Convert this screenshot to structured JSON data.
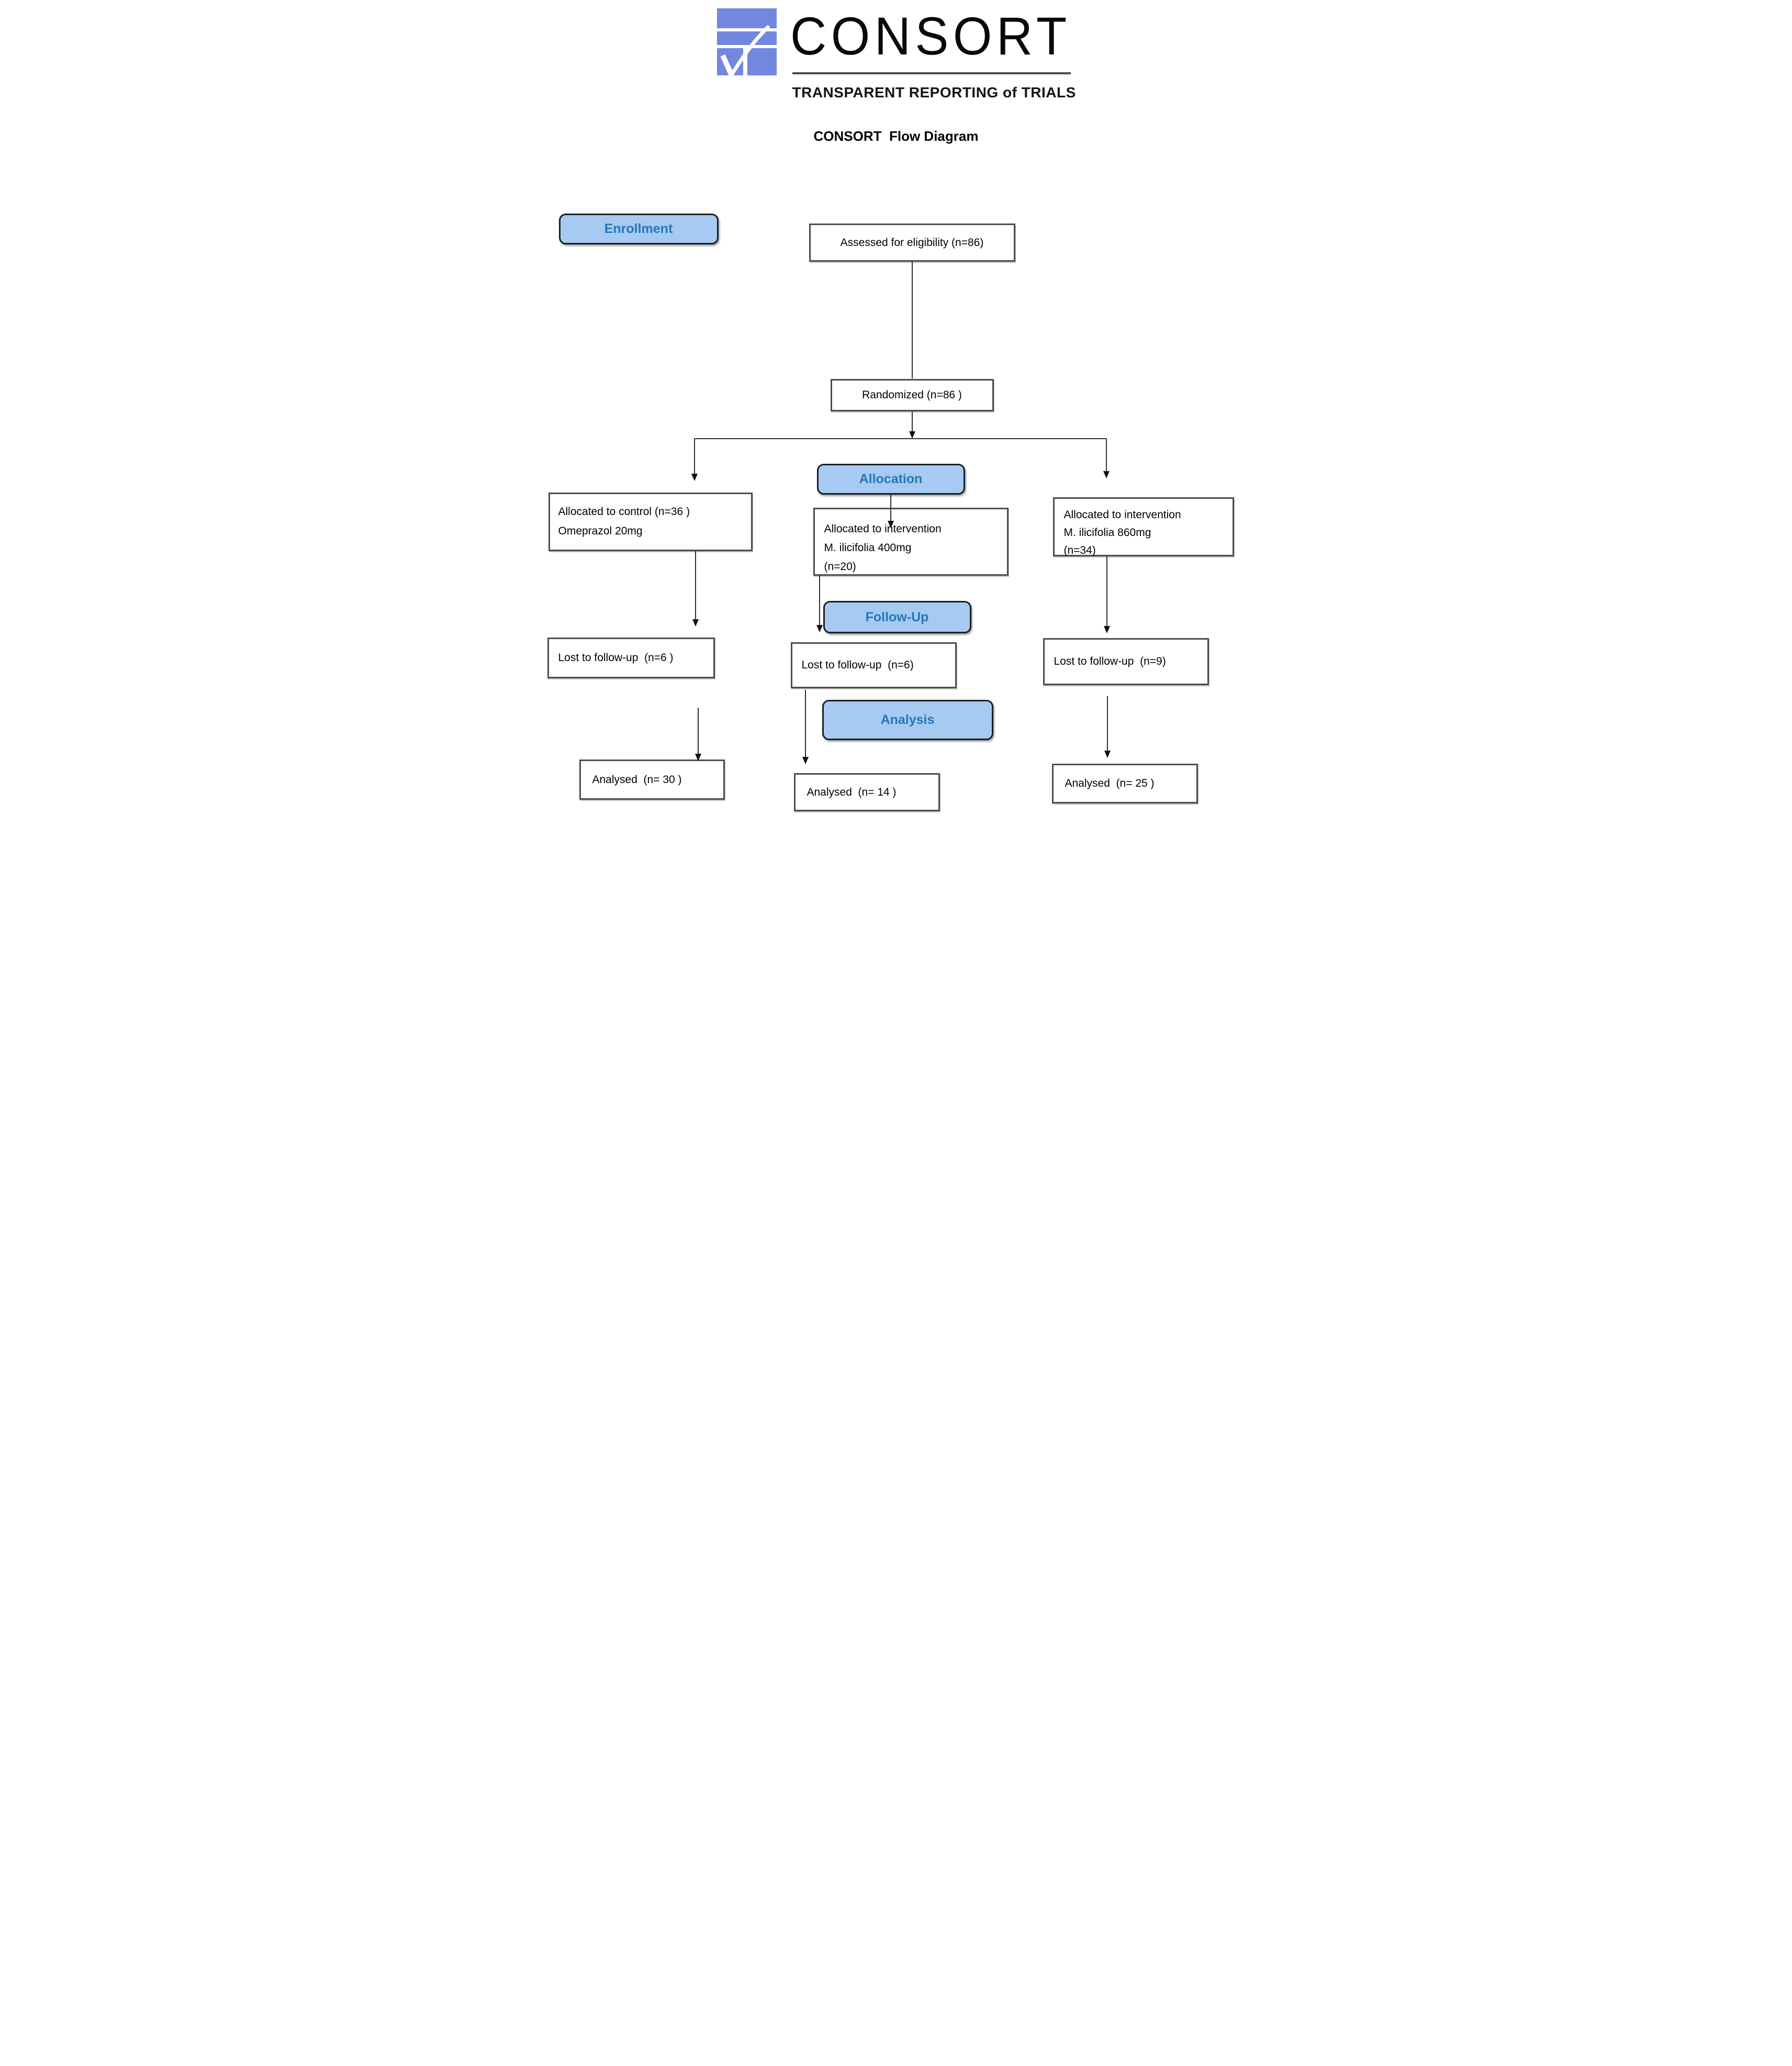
{
  "header": {
    "logo": {
      "wordmark": "CONSORT",
      "tagline": "TRANSPARENT REPORTING of TRIALS"
    },
    "title": "CONSORT  Flow Diagram"
  },
  "stages": {
    "enrollment": "Enrollment",
    "allocation": "Allocation",
    "followup": "Follow-Up",
    "analysis": "Analysis"
  },
  "boxes": {
    "assessed": "Assessed for eligibility (n=86)",
    "randomized": "Randomized (n=86 )",
    "alloc_control": {
      "lines": [
        "Allocated to control (n=36 )",
        "Omeprazol 20mg"
      ]
    },
    "alloc_400": {
      "lines": [
        "Allocated to intervention",
        "M. ilicifolia 400mg",
        "(n=20)"
      ]
    },
    "alloc_860": {
      "lines": [
        "Allocated to intervention",
        "M. ilicifolia 860mg",
        "(n=34)"
      ]
    },
    "lost_control": "Lost to follow-up  (n=6 )",
    "lost_400": "Lost to follow-up  (n=6)",
    "lost_860": "Lost to follow-up  (n=9)",
    "analysed_control": "Analysed  (n= 30 )",
    "analysed_400": "Analysed  (n= 14 )",
    "analysed_860": "Analysed  (n= 25 )"
  },
  "colors": {
    "logo_blue": "#7287E0",
    "stage_fill": "#A6CAF1",
    "stage_text": "#2577B9",
    "box_border": "#4d4d4d",
    "connector": "#2f2f2f"
  }
}
